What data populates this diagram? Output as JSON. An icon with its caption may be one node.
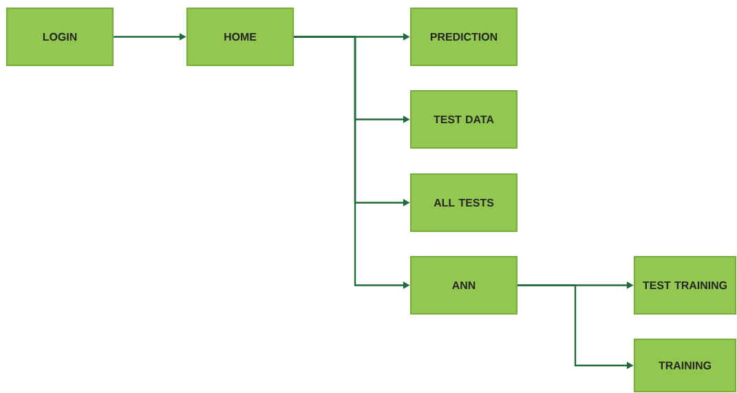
{
  "diagram": {
    "nodes": [
      {
        "text": [
          "LOGIN"
        ]
      },
      {
        "text": [
          "HOME"
        ]
      },
      {
        "text": [
          "PREDICTION"
        ]
      },
      {
        "text": [
          "TEST DATA"
        ]
      },
      {
        "text": [
          "ALL TESTS"
        ]
      },
      {
        "text": [
          "ANN"
        ]
      },
      {
        "text": [
          "TEST TRAINING"
        ]
      },
      {
        "text": [
          "TRAINING"
        ]
      }
    ],
    "edges": [
      {
        "from": 0,
        "to": 1,
        "arrow": "to"
      },
      {
        "from": 1,
        "to": 2,
        "arrow": "to"
      },
      {
        "from": 1,
        "to": 3,
        "arrow": "to"
      },
      {
        "from": 1,
        "to": 4,
        "arrow": "to"
      },
      {
        "from": 1,
        "to": 5,
        "arrow": "to"
      },
      {
        "from": 5,
        "to": 6,
        "arrow": "to"
      },
      {
        "from": 5,
        "to": 7,
        "arrow": "to"
      }
    ]
  }
}
